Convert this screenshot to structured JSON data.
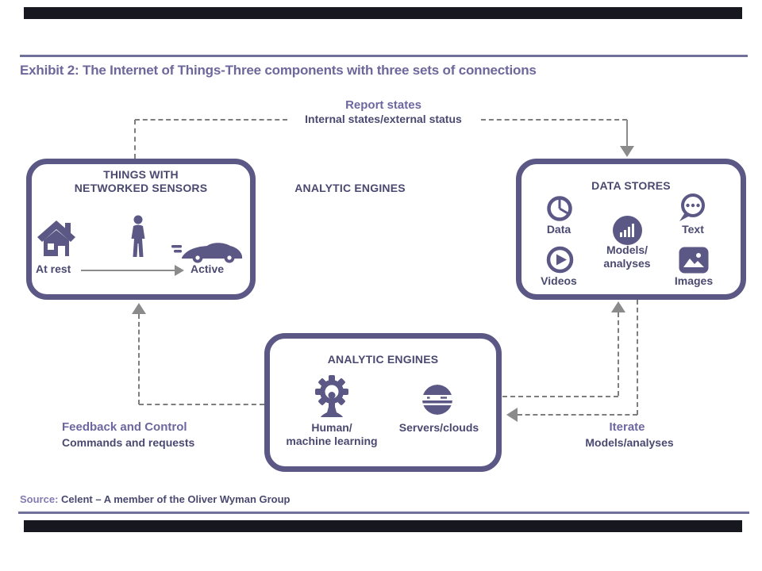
{
  "page": {
    "title": "Exhibit 2: The Internet of Things-Three components with three sets of connections",
    "source_label": "Source:",
    "source_text": "Celent – A member of the Oliver Wyman Group"
  },
  "middle_label": "ANALYTIC ENGINES",
  "connections": {
    "report": {
      "title": "Report states",
      "subtitle": "Internal states/external status"
    },
    "feedback": {
      "title": "Feedback and Control",
      "subtitle": "Commands and requests"
    },
    "iterate": {
      "title": "Iterate",
      "subtitle": "Models/analyses"
    }
  },
  "boxes": {
    "things": {
      "title_line1": "THINGS WITH",
      "title_line2": "NETWORKED SENSORS",
      "at_rest": "At rest",
      "active": "Active"
    },
    "data_stores": {
      "title": "DATA STORES",
      "data_label": "Data",
      "text_label": "Text",
      "models_line1": "Models/",
      "models_line2": "analyses",
      "videos_label": "Videos",
      "images_label": "Images"
    },
    "analytic": {
      "title": "ANALYTIC ENGINES",
      "human_line1": "Human/",
      "human_line2": "machine learning",
      "servers_label": "Servers/clouds"
    }
  },
  "icons": {
    "things": [
      "house-icon",
      "walking-person-icon",
      "sports-car-icon"
    ],
    "data_stores": [
      "donut-chart-icon",
      "speech-bubble-icon",
      "bar-chart-circle-icon",
      "play-circle-icon",
      "photo-icon"
    ],
    "analytic": [
      "gear-person-icon",
      "server-sphere-icon"
    ]
  },
  "colors": {
    "box_border": "#5c5886",
    "icon_purple": "#5c5886",
    "heading_purple": "#6c67a0",
    "navy_text": "#4a4970",
    "dash_gray": "#7e7e7e",
    "arrow_gray": "#8b8b8b",
    "rule": "#70709a",
    "slide_bar": "#17171f"
  }
}
